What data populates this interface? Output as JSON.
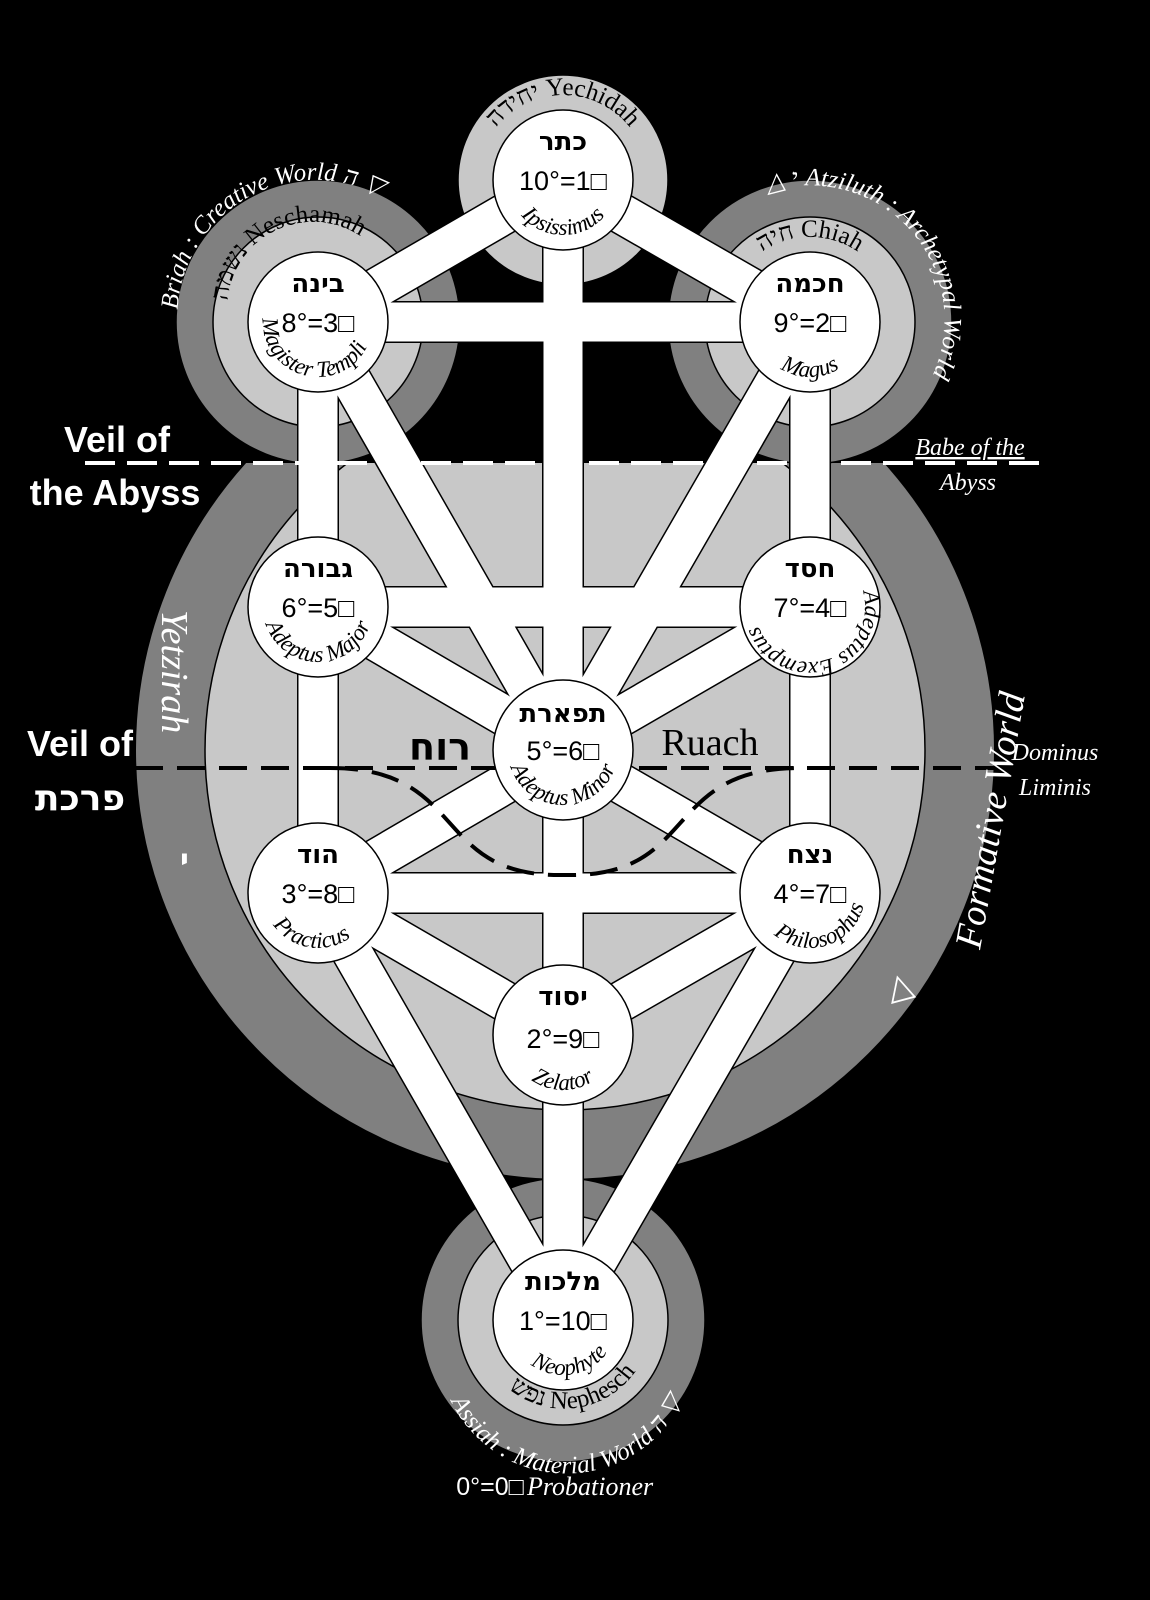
{
  "sephirot": {
    "kether": {
      "hebrew": "כתר",
      "grade": "10°=1□",
      "title": "Ipsissimus"
    },
    "chokmah": {
      "hebrew": "חכמה",
      "grade": "9°=2□",
      "title": "Magus"
    },
    "binah": {
      "hebrew": "בינה",
      "grade": "8°=3□",
      "title": "Magister Templi"
    },
    "chesed": {
      "hebrew": "חסד",
      "grade": "7°=4□",
      "title": "Adeptus Exemptus"
    },
    "geburah": {
      "hebrew": "גבורה",
      "grade": "6°=5□",
      "title": "Adeptus Major"
    },
    "tiphareth": {
      "hebrew": "תפארת",
      "grade": "5°=6□",
      "title": "Adeptus Minor"
    },
    "netzach": {
      "hebrew": "נצח",
      "grade": "4°=7□",
      "title": "Philosophus"
    },
    "hod": {
      "hebrew": "הוד",
      "grade": "3°=8□",
      "title": "Practicus"
    },
    "yesod": {
      "hebrew": "יסוד",
      "grade": "2°=9□",
      "title": "Zelator"
    },
    "malkuth": {
      "hebrew": "מלכות",
      "grade": "1°=10□",
      "title": "Neophyte"
    }
  },
  "souls": {
    "yechidah": "יחידה Yechidah",
    "chiah": "חיה Chiah",
    "neschamah": "נשמה Neschamah",
    "nephesch": "נפש Nephesch",
    "ruach_hebrew": "רוח",
    "ruach": "Ruach"
  },
  "worlds": {
    "atziluth": "△ י Atziluth : Archetypal World",
    "briah": "Briah : Creative World ה ▽",
    "yetzirah": "Yetzirah",
    "formative": "Formative World",
    "yetzirah_letter": "י",
    "yetzirah_symbol": "△",
    "assiah": "Assiah : Material World ה ▽"
  },
  "veils": {
    "abyss_line1": "Veil of",
    "abyss_line2": "the Abyss",
    "paroketh_line1": "Veil of",
    "paroketh_line2": "פרכת"
  },
  "grades_outside": {
    "babe_line1": "Babe of the",
    "babe_line2": "Abyss",
    "dominus_line1": "Dominus",
    "dominus_line2": "Liminis",
    "probationer_grade": "0°=0□",
    "probationer": "Probationer"
  },
  "colors": {
    "background": "#000000",
    "dark_ring": "#808080",
    "light_ring": "#c8c8c8",
    "sephira": "#ffffff"
  }
}
